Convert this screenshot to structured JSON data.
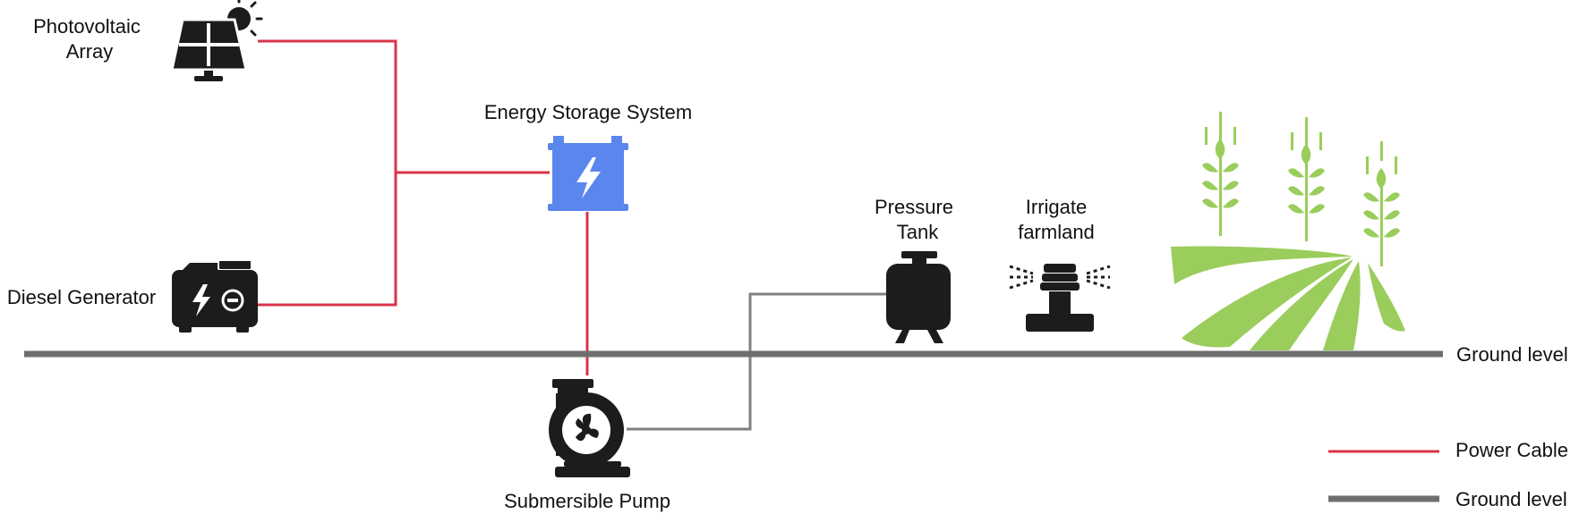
{
  "labels": {
    "photovoltaic_line1": "Photovoltaic",
    "photovoltaic_line2": "Array",
    "energy_storage": "Energy Storage System",
    "diesel_generator": "Diesel Generator",
    "pressure_tank_line1": "Pressure",
    "pressure_tank_line2": "Tank",
    "irrigate_line1": "Irrigate",
    "irrigate_line2": "farmland",
    "ground_level": "Ground level",
    "submersible_pump": "Submersible Pump"
  },
  "legend": {
    "power_cable": "Power Cable",
    "ground_level": "Ground level"
  },
  "colors": {
    "power_cable": "#d9344a",
    "ground": "#6e6e6e",
    "water_pipe": "#808080",
    "battery": "#5b86ee",
    "crops": "#9acd5c",
    "icon_dark": "#1a1c1e"
  },
  "icons": [
    "solar-panel-icon",
    "battery-icon",
    "generator-icon",
    "pressure-tank-icon",
    "sprinkler-icon",
    "submersible-pump-icon",
    "crop-field-icon"
  ]
}
